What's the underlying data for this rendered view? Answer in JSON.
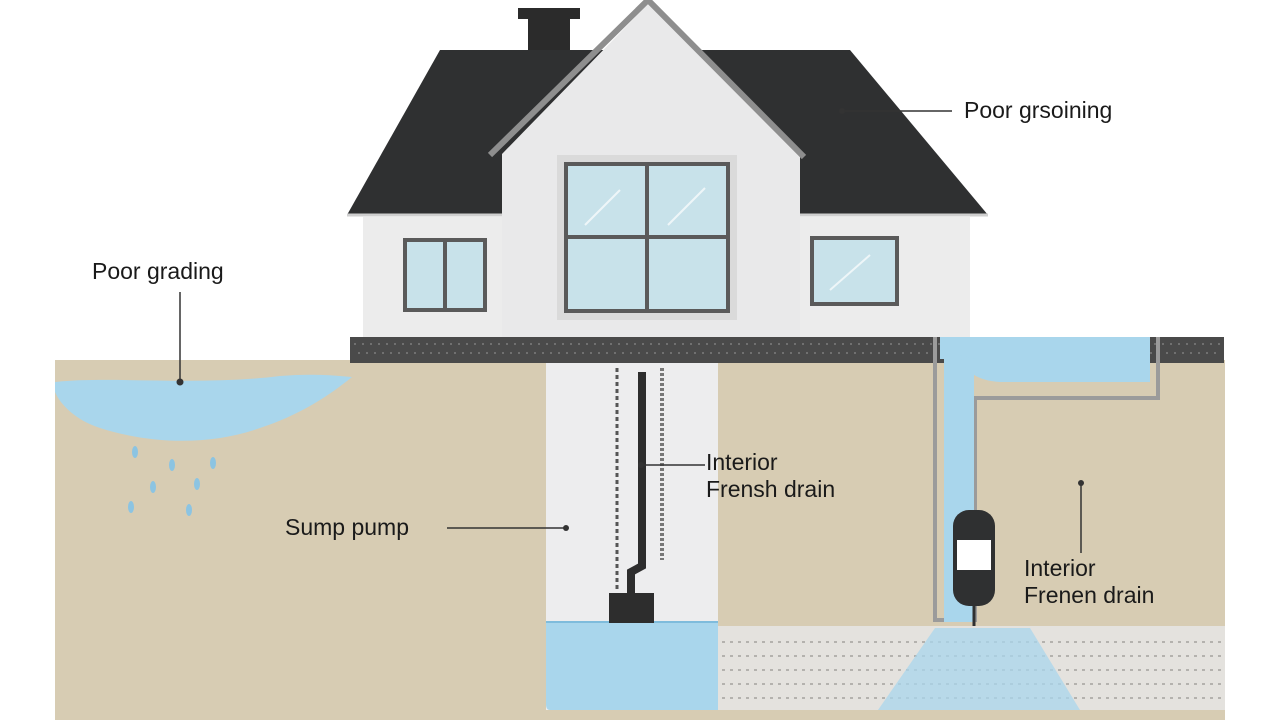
{
  "labels": {
    "roof": "Poor grsoining",
    "grading": "Poor grading",
    "interior_drain_center_line1": "Interior",
    "interior_drain_center_line2": "Frensh drain",
    "sump_pump": "Sump pump",
    "interior_drain_right_line1": "Interior",
    "interior_drain_right_line2": "Frenen drain"
  },
  "colors": {
    "soil": "#d7ccb3",
    "water": "#a9d6ec",
    "roof": "#2f3031",
    "wall": "#ececec",
    "foundation": "#4a4a4a",
    "glass": "#c8e2ea",
    "leader": "#333333"
  }
}
